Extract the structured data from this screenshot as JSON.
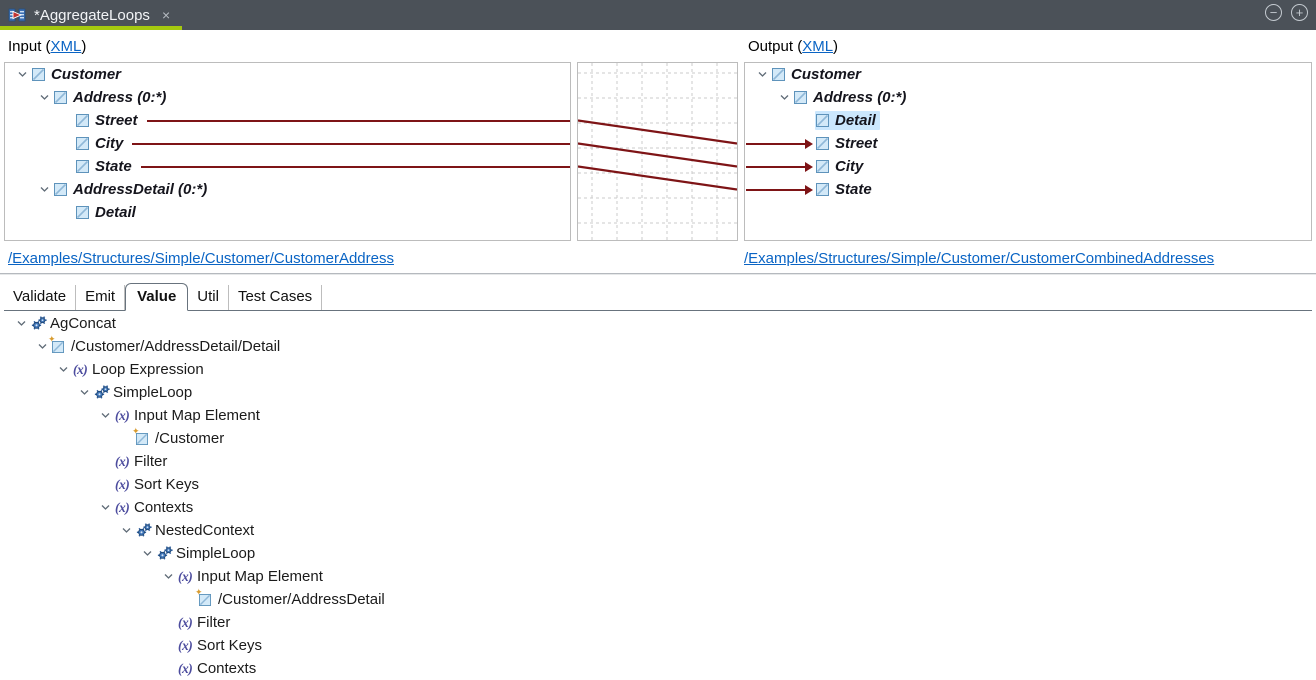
{
  "colors": {
    "mapping_line": "#7e1416",
    "accent_underline": "#a5c90f",
    "selection": "#cbe7fd",
    "link": "#0a64c4",
    "tabbar_bg": "#4b5158"
  },
  "window": {
    "tab_title": "*AggregateLoops",
    "close_glyph": "×",
    "minus_glyph": "−",
    "plus_glyph": "+"
  },
  "input_header": {
    "prefix": "Input (",
    "link": "XML",
    "suffix": ")"
  },
  "output_header": {
    "prefix": "Output (",
    "link": "XML",
    "suffix": ")"
  },
  "input_panel": {
    "rows": [
      {
        "label": "Customer",
        "level": 0,
        "chevron": true,
        "icon": "element"
      },
      {
        "label": "Address (0:*)",
        "level": 1,
        "chevron": true,
        "icon": "element"
      },
      {
        "label": "Street",
        "level": 2,
        "icon": "element",
        "line_out": true
      },
      {
        "label": "City",
        "level": 2,
        "icon": "element",
        "line_out": true
      },
      {
        "label": "State",
        "level": 2,
        "icon": "element",
        "line_out": true
      },
      {
        "label": "AddressDetail (0:*)",
        "level": 1,
        "chevron": true,
        "icon": "element"
      },
      {
        "label": "Detail",
        "level": 2,
        "icon": "element"
      }
    ],
    "structure_link": "/Examples/Structures/Simple/Customer/CustomerAddress"
  },
  "output_panel": {
    "rows": [
      {
        "label": "Customer",
        "level": 0,
        "chevron": true,
        "icon": "element"
      },
      {
        "label": "Address (0:*)",
        "level": 1,
        "chevron": true,
        "icon": "element"
      },
      {
        "label": "Detail",
        "level": 2,
        "icon": "element",
        "selected": true
      },
      {
        "label": "Street",
        "level": 2,
        "icon": "element",
        "line_in": true
      },
      {
        "label": "City",
        "level": 2,
        "icon": "element",
        "line_in": true
      },
      {
        "label": "State",
        "level": 2,
        "icon": "element",
        "line_in": true
      }
    ],
    "structure_link": "/Examples/Structures/Simple/Customer/CustomerCombinedAddresses"
  },
  "mapping": {
    "connections": [
      {
        "from": "Street",
        "to": "Street",
        "from_row": 2,
        "to_row": 3
      },
      {
        "from": "City",
        "to": "City",
        "from_row": 3,
        "to_row": 4
      },
      {
        "from": "State",
        "to": "State",
        "from_row": 4,
        "to_row": 5
      }
    ]
  },
  "value_tabs": [
    {
      "label": "Validate"
    },
    {
      "label": "Emit"
    },
    {
      "label": "Value",
      "selected": true
    },
    {
      "label": "Util"
    },
    {
      "label": "Test Cases"
    }
  ],
  "value_tree": {
    "rows": [
      {
        "label": "AgConcat",
        "level": 0,
        "chevron": true,
        "icon": "gears"
      },
      {
        "label": "/Customer/AddressDetail/Detail",
        "level": 1,
        "chevron": true,
        "icon": "element-star"
      },
      {
        "label": "Loop Expression",
        "level": 2,
        "chevron": true,
        "icon": "fx"
      },
      {
        "label": "SimpleLoop",
        "level": 3,
        "chevron": true,
        "icon": "gears"
      },
      {
        "label": "Input Map Element",
        "level": 4,
        "chevron": true,
        "icon": "fx"
      },
      {
        "label": "/Customer",
        "level": 5,
        "icon": "element-star"
      },
      {
        "label": "Filter",
        "level": 4,
        "icon": "fx"
      },
      {
        "label": "Sort Keys",
        "level": 4,
        "icon": "fx"
      },
      {
        "label": "Contexts",
        "level": 4,
        "chevron": true,
        "icon": "fx"
      },
      {
        "label": "NestedContext",
        "level": 5,
        "chevron": true,
        "icon": "gears"
      },
      {
        "label": "SimpleLoop",
        "level": 6,
        "chevron": true,
        "icon": "gears"
      },
      {
        "label": "Input Map Element",
        "level": 7,
        "chevron": true,
        "icon": "fx"
      },
      {
        "label": "/Customer/AddressDetail",
        "level": 8,
        "icon": "element-star"
      },
      {
        "label": "Filter",
        "level": 7,
        "icon": "fx"
      },
      {
        "label": "Sort Keys",
        "level": 7,
        "icon": "fx"
      },
      {
        "label": "Contexts",
        "level": 7,
        "icon": "fx"
      }
    ]
  },
  "icons": {
    "fx_glyph": "(x)",
    "star_glyph": "✦"
  }
}
